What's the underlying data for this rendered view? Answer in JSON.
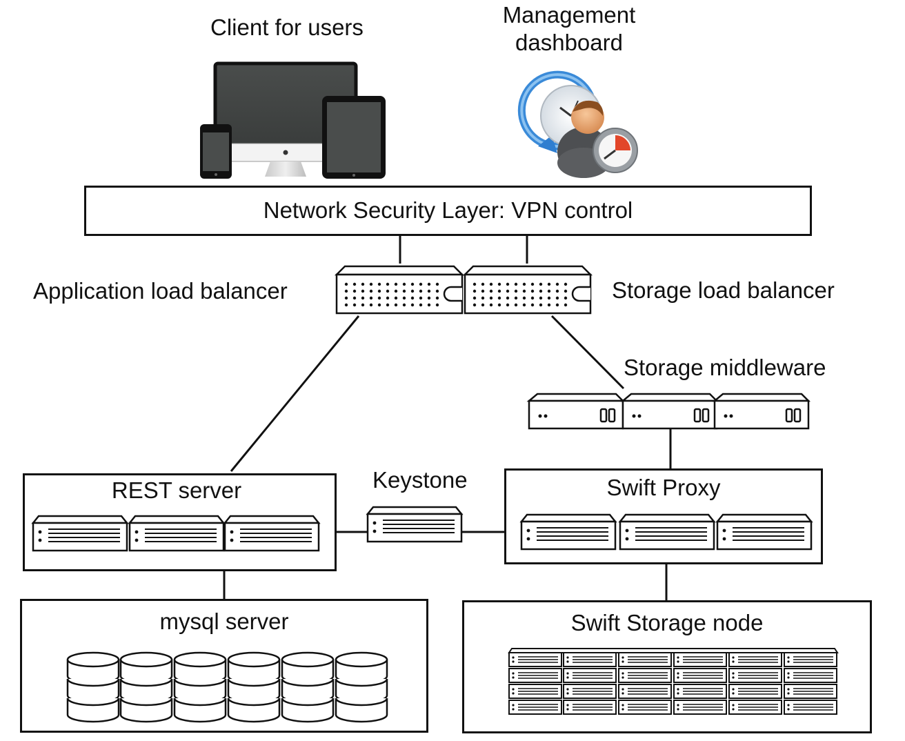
{
  "top": {
    "client_label": "Client for users",
    "dashboard_label_line1": "Management",
    "dashboard_label_line2": "dashboard"
  },
  "security_layer": {
    "label": "Network Security Layer: VPN control"
  },
  "balancers": {
    "app_label": "Application load balancer",
    "storage_label": "Storage load balancer"
  },
  "middleware": {
    "label": "Storage middleware"
  },
  "rest": {
    "label": "REST server"
  },
  "keystone": {
    "label": "Keystone"
  },
  "swift_proxy": {
    "label": "Swift Proxy"
  },
  "mysql": {
    "label": "mysql server"
  },
  "swift_storage": {
    "label": "Swift Storage node"
  },
  "icons": {
    "client": "devices-icon",
    "dashboard": "admin-dashboard-icon",
    "balancer": "load-balancer-icon",
    "server": "rack-server-icon",
    "database": "database-icon"
  }
}
